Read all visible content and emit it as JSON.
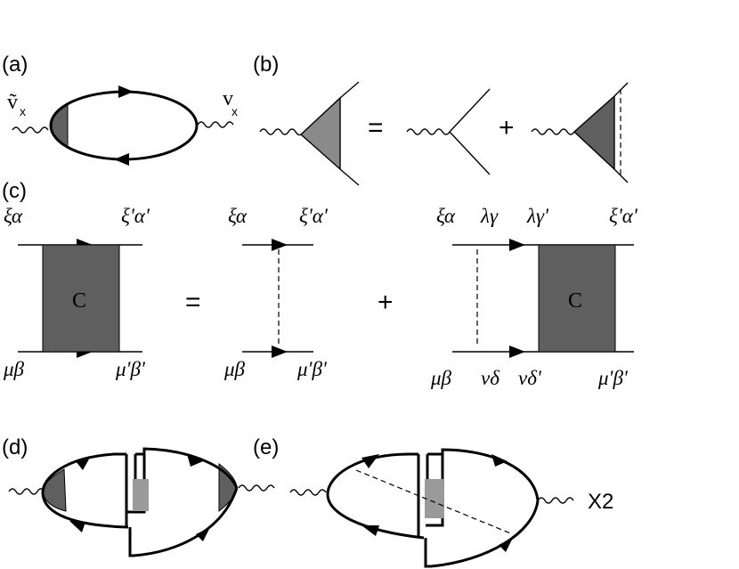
{
  "panels": {
    "a": {
      "label": "(a)",
      "left_symbol": "ṽ",
      "left_sub": "x",
      "right_symbol": "v",
      "right_sub": "x"
    },
    "b": {
      "label": "(b)",
      "equals": "=",
      "plus": "+"
    },
    "c": {
      "label": "(c)",
      "equals": "=",
      "plus": "+",
      "box_text": "C",
      "xi_alpha": "ξα",
      "xi_alpha_p": "ξ'α'",
      "mu_beta": "μβ",
      "mu_beta_p": "μ'β'",
      "lambda_gamma": "λγ",
      "lambda_gamma_p": "λγ'",
      "nu_delta": "νδ",
      "nu_delta_p": "νδ'"
    },
    "d": {
      "label": "(d)"
    },
    "e": {
      "label": "(e)",
      "multiplier": "X2"
    }
  },
  "colors": {
    "dark_fill": "#5f5f5f",
    "mid_fill": "#8a8a8a",
    "light_fill": "#9a9a9a",
    "line": "#000000"
  }
}
